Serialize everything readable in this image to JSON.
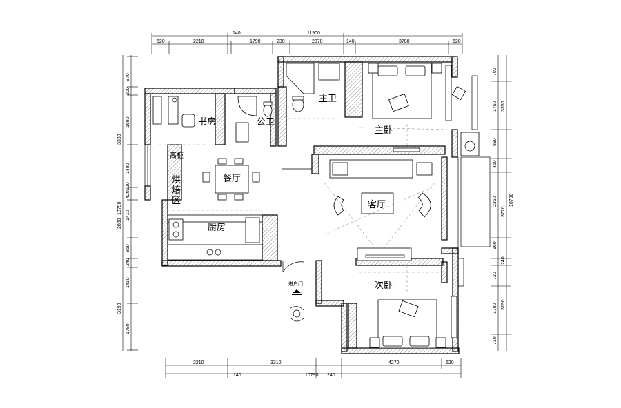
{
  "rooms": {
    "study": "书房",
    "public_bath": "公卫",
    "master_bath": "主卫",
    "master_bedroom": "主卧",
    "tall_cabinet": "高柜",
    "baking_1": "烘",
    "baking_2": "焙",
    "baking_3": "区",
    "dining": "餐厅",
    "living": "客厅",
    "kitchen": "厨房",
    "second_bedroom": "次卧",
    "entry_door": "进户门"
  },
  "dims_top": {
    "total": "11900",
    "a": "620",
    "b": "2210",
    "c": "140",
    "d": "1790",
    "e": "230",
    "f": "2370",
    "g": "140",
    "h": "3780",
    "i": "620"
  },
  "dims_bottom": {
    "a": "2210",
    "b": "3310",
    "c": "4270",
    "d": "620",
    "e": "140",
    "total": "10790",
    "f": "240"
  },
  "dims_left": {
    "a": "970",
    "b": "200",
    "c": "1680",
    "d": "3380",
    "e": "1480",
    "f": "120",
    "g": "420",
    "h": "1410",
    "i": "2880",
    "j": "10790",
    "k": "850",
    "l": "240",
    "m": "1410",
    "n": "3190",
    "o": "1780"
  },
  "dims_right": {
    "a": "700",
    "b": "1750",
    "c": "3350",
    "d": "890",
    "e": "460",
    "f": "2350",
    "g": "3770",
    "h": "10790",
    "i": "960",
    "j": "240",
    "k": "720",
    "l": "1780",
    "m": "3190",
    "n": "710"
  }
}
